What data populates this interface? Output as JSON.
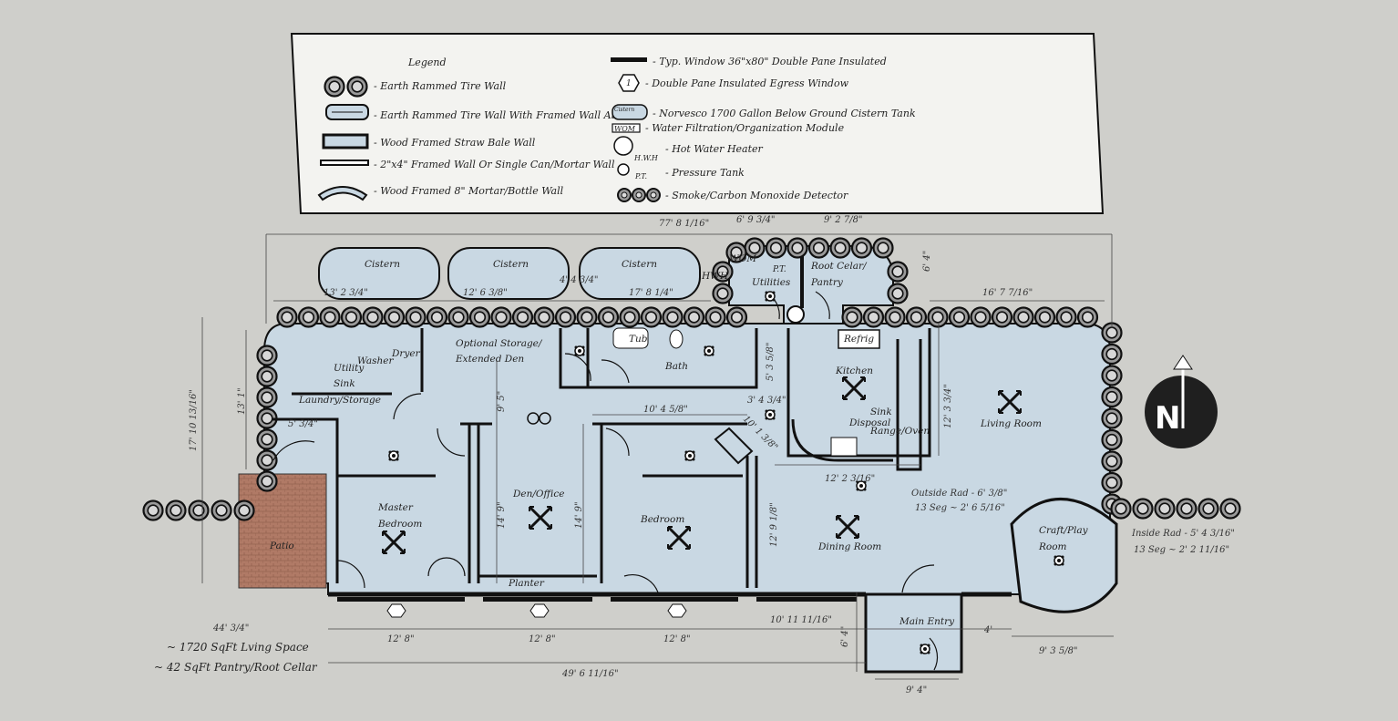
{
  "legend": {
    "title": "Legend",
    "items_left": [
      "- Earth Rammed Tire Wall",
      "- Earth Rammed Tire Wall With Framed Wall Above",
      "- Wood Framed Straw Bale Wall",
      "- 2\"x4\" Framed Wall Or Single Can/Mortar Wall",
      "- Wood Framed 8\" Mortar/Bottle Wall"
    ],
    "items_right": [
      "- Typ. Window 36\"x80\" Double Pane Insulated",
      "- Double Pane Insulated Egress Window",
      "- Norvesco 1700 Gallon Below Ground Cistern Tank",
      "- Water Filtration/Organization Module",
      "- Hot Water Heater",
      "- Pressure Tank",
      "- Smoke/Carbon Monoxide Detector"
    ],
    "icon_labels": {
      "cistern": "Cistern",
      "wom": "WOM",
      "hwh": "H.W.H",
      "pt": "P.T.",
      "egress": "1"
    }
  },
  "rooms": {
    "cistern": "Cistern",
    "wom": "WOM",
    "hwh": "HWH",
    "pt": "P.T.",
    "utilities": "Utilities",
    "root_cellar": "Root Celar/",
    "pantry": "Pantry",
    "dryer": "Dryer",
    "washer": "Washer",
    "utility": "Utility",
    "sink": "Sink",
    "laundry": "Laundry/Storage",
    "optional_storage": "Optional Storage/",
    "extended_den": "Extended Den",
    "tub": "Tub",
    "bath": "Bath",
    "refrig": "Refrig",
    "kitchen": "Kitchen",
    "kitchen_sink": "Sink",
    "disposal": "Disposal",
    "range": "Range/Oven",
    "living": "Living Room",
    "master1": "Master",
    "master2": "Bedroom",
    "patio": "Patio",
    "den": "Den/Office",
    "bedroom": "Bedroom",
    "dining": "Dining Room",
    "planter": "Planter",
    "craft1": "Craft/Play",
    "craft2": "Room",
    "entry": "Main Entry"
  },
  "dimensions": {
    "overall_top": "77' 8 1/16\"",
    "utilities_w": "6' 9 3/4\"",
    "pantry_w": "9' 2 7/8\"",
    "cistern1": "13' 2 3/4\"",
    "cistern2": "12' 6 3/8\"",
    "cistern_gap": "4' 4 3/4\"",
    "cistern3": "17' 8 1/4\"",
    "pantry_h": "6' 4\"",
    "living_w": "16' 7 7/16\"",
    "overall_left": "17' 10 13/16\"",
    "laundry_h": "13' 1\"",
    "laundry_door": "5' 3/4\"",
    "storage_h": "9' 5\"",
    "bath_h": "5' 3 5/8\"",
    "hall_w": "10' 4 5/8\"",
    "kitchen_small": "3' 4 3/4\"",
    "kitchen_diag": "10' 1 3/8\"",
    "kitchen_h": "12' 3 3/4\"",
    "kitchen_w": "12' 2 3/16\"",
    "master_h": "14' 9\"",
    "den_h": "14' 9\"",
    "bed_h": "12' 9 1/8\"",
    "outside_rad": "Outside Rad - 6' 3/8\"",
    "outside_seg": "13 Seg ~ 2' 6 5/16\"",
    "inside_rad": "Inside Rad - 5' 4 3/16\"",
    "inside_seg": "13 Seg ~ 2' 2 11/16\"",
    "entry_off": "10' 11 11/16\"",
    "entry_h": "6' 4\"",
    "entry_side": "4'",
    "craft_w": "9' 3 5/8\"",
    "patio_w": "44' 3/4\"",
    "m1": "12' 8\"",
    "m2": "12' 8\"",
    "m3": "12' 8\"",
    "bottom_overall": "49' 6 11/16\"",
    "entry_w": "9' 4\""
  },
  "notes": {
    "living_space": "~ 1720 SqFt Lving Space",
    "pantry_space": "~ 42 SqFt Pantry/Root Cellar"
  },
  "compass": {
    "label": "N"
  },
  "colors": {
    "background": "#cfcfcb",
    "floor": "#c9d8e3",
    "tire": "#a9a9a9",
    "patio": "#b07a66",
    "wall": "#111111"
  }
}
